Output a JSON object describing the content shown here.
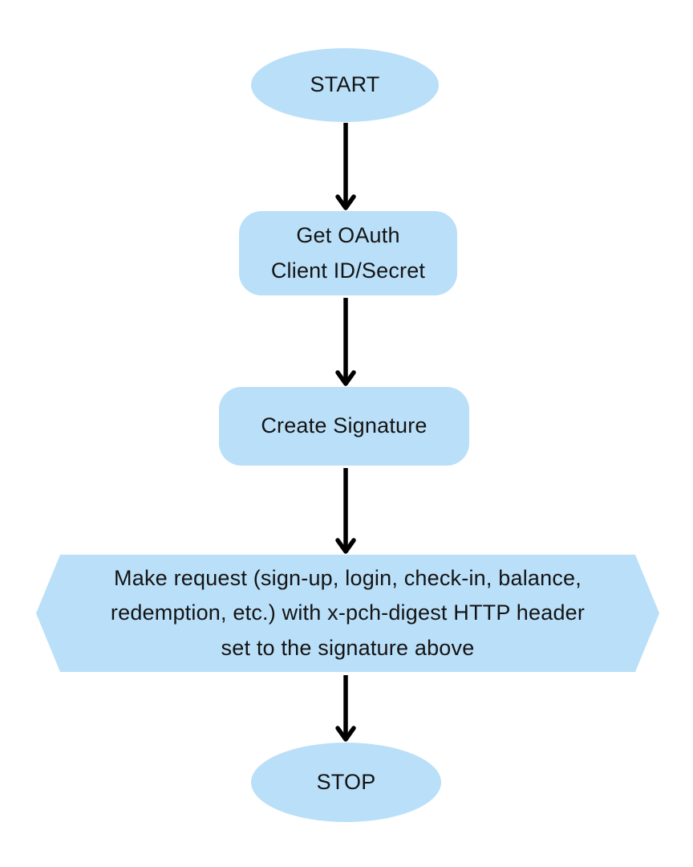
{
  "colors": {
    "node-fill": "#badff8",
    "arrow": "#000000",
    "text": "#141414",
    "background": "#ffffff"
  },
  "flowchart": {
    "nodes": [
      {
        "id": "start",
        "type": "ellipse",
        "label": "START"
      },
      {
        "id": "get-oauth",
        "type": "rounded-rect",
        "label": "Get OAuth\nClient ID/Secret"
      },
      {
        "id": "create-signature",
        "type": "rounded-rect",
        "label": "Create Signature"
      },
      {
        "id": "make-request",
        "type": "hexagon",
        "label": "Make request (sign-up, login, check-in, balance,\nredemption, etc.) with x-pch-digest HTTP header\nset to the signature above"
      },
      {
        "id": "stop",
        "type": "ellipse",
        "label": "STOP"
      }
    ]
  }
}
